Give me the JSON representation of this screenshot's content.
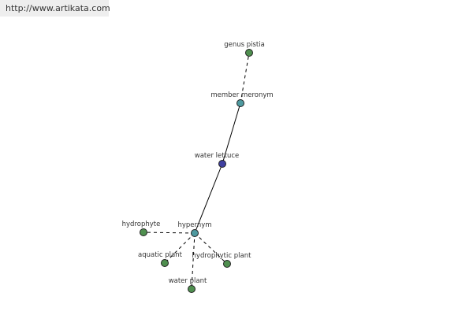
{
  "watermark": {
    "url": "http://www.artikata.com"
  },
  "colors": {
    "background": "#ffffff",
    "url_bar": "#eeeeee",
    "edge": "#000000",
    "node_stroke": "#222222",
    "leaf_node": "#4f8f4f",
    "relation_node": "#4f9aa0",
    "center_node": "#3f3fa0"
  },
  "graph": {
    "nodes": [
      {
        "id": "genus-pistia",
        "label": "genus pistia",
        "kind": "leaf"
      },
      {
        "id": "member-meronym",
        "label": "member meronym",
        "kind": "relation"
      },
      {
        "id": "water-lettuce",
        "label": "water lettuce",
        "kind": "center"
      },
      {
        "id": "hypernym",
        "label": "hypernym",
        "kind": "relation"
      },
      {
        "id": "hydrophyte",
        "label": "hydrophyte",
        "kind": "leaf"
      },
      {
        "id": "aquatic-plant",
        "label": "aquatic plant",
        "kind": "leaf"
      },
      {
        "id": "hydrophytic-plant",
        "label": "hydrophytic plant",
        "kind": "leaf"
      },
      {
        "id": "water-plant",
        "label": "water plant",
        "kind": "leaf"
      }
    ],
    "edges": [
      {
        "from": "member-meronym",
        "to": "genus-pistia",
        "style": "dashed"
      },
      {
        "from": "water-lettuce",
        "to": "member-meronym",
        "style": "solid"
      },
      {
        "from": "water-lettuce",
        "to": "hypernym",
        "style": "solid"
      },
      {
        "from": "hypernym",
        "to": "hydrophyte",
        "style": "dashed"
      },
      {
        "from": "hypernym",
        "to": "aquatic-plant",
        "style": "dashed"
      },
      {
        "from": "hypernym",
        "to": "hydrophytic-plant",
        "style": "dashed"
      },
      {
        "from": "hypernym",
        "to": "water-plant",
        "style": "dashed"
      }
    ]
  }
}
